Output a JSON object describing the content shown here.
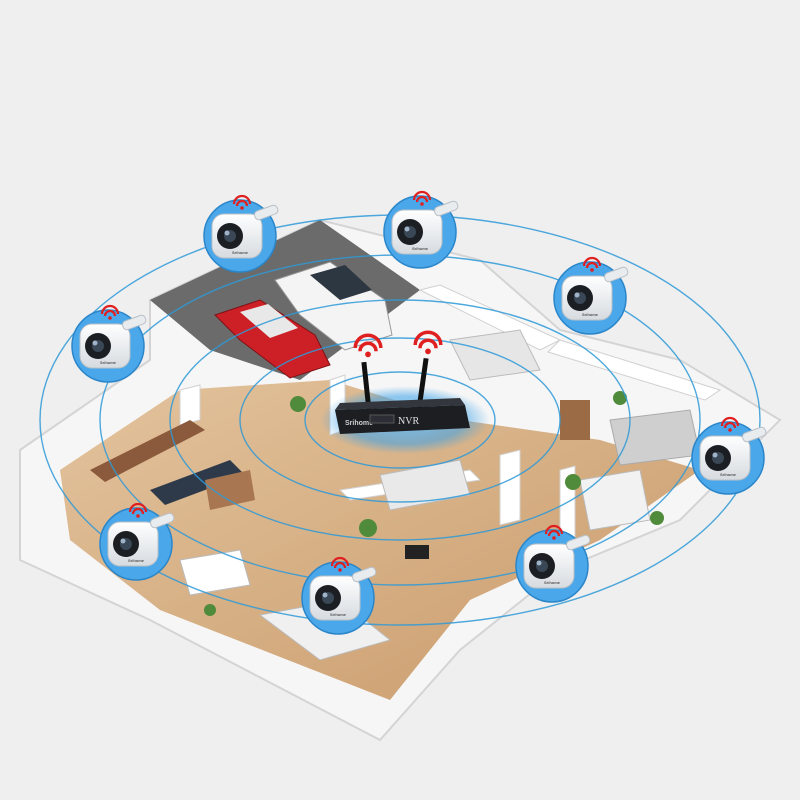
{
  "background_color": "#efefef",
  "accent_colors": {
    "camera_halo": "#3aa0e8",
    "signal": "#e02020",
    "signal_rings": "#2f9ad8",
    "floor": "#d9b48a",
    "walls": "#ffffff"
  },
  "nvr": {
    "brand": "Srihome",
    "label": "NVR"
  },
  "cameras": [
    {
      "brand": "Srihome",
      "icon": "wifi-camera-icon"
    },
    {
      "brand": "Srihome",
      "icon": "wifi-camera-icon"
    },
    {
      "brand": "Srihome",
      "icon": "wifi-camera-icon"
    },
    {
      "brand": "Srihome",
      "icon": "wifi-camera-icon"
    },
    {
      "brand": "Srihome",
      "icon": "wifi-camera-icon"
    },
    {
      "brand": "Srihome",
      "icon": "wifi-camera-icon"
    },
    {
      "brand": "Srihome",
      "icon": "wifi-camera-icon"
    },
    {
      "brand": "Srihome",
      "icon": "wifi-camera-icon"
    }
  ]
}
